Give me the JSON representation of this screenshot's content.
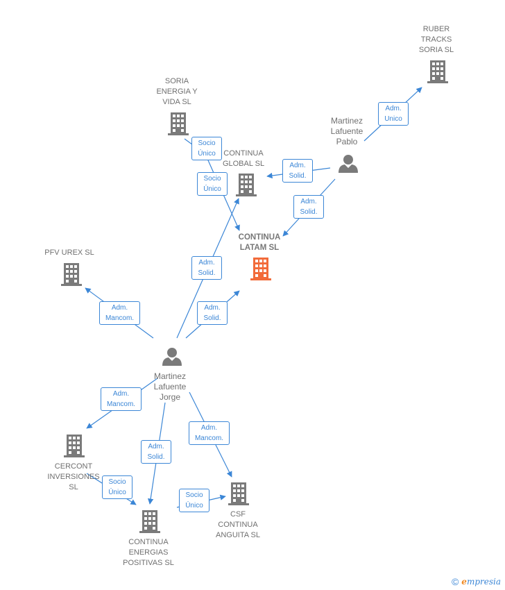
{
  "nodes": {
    "ruber": {
      "label": "RUBER\nTRACKS\nSORIA SL"
    },
    "soria": {
      "label": "SORIA\nENERGIA Y\nVIDA  SL"
    },
    "global": {
      "label": "CONTINUA\nGLOBAL  SL"
    },
    "latam": {
      "label": "CONTINUA\nLATAM  SL"
    },
    "pfv": {
      "label": "PFV UREX  SL"
    },
    "cercont": {
      "label": "CERCONT\nINVERSIONES\nSL"
    },
    "energias": {
      "label": "CONTINUA\nENERGIAS\nPOSITIVAS  SL"
    },
    "csf": {
      "label": "CSF\nCONTINUA\nANGUITA  SL"
    }
  },
  "persons": {
    "pablo": {
      "label": "Martinez\nLafuente\nPablo"
    },
    "jorge": {
      "label": "Martinez\nLafuente\nJorge"
    }
  },
  "edges": {
    "pablo_ruber": "Adm.\nUnico",
    "pablo_global": "Adm.\nSolid.",
    "pablo_latam": "Adm.\nSolid.",
    "soria_global": "Socio\nÚnico",
    "global_latam": "Socio\nÚnico",
    "jorge_global": "Adm.\nSolid.",
    "jorge_latam": "Adm.\nSolid.",
    "jorge_pfv": "Adm.\nMancom.",
    "jorge_cercont": "Adm.\nMancom.",
    "jorge_energias": "Adm.\nSolid.",
    "jorge_csf": "Adm.\nMancom.",
    "cercont_energias": "Socio\nÚnico",
    "energias_csf": "Socio\nÚnico"
  },
  "colors": {
    "edge": "#3b86d6",
    "building": "#7a7a7a",
    "building_main": "#f26b3a",
    "person": "#7a7a7a"
  },
  "footer": {
    "copyright": "©",
    "brand_initial": "e",
    "brand_rest": "mpresia"
  }
}
